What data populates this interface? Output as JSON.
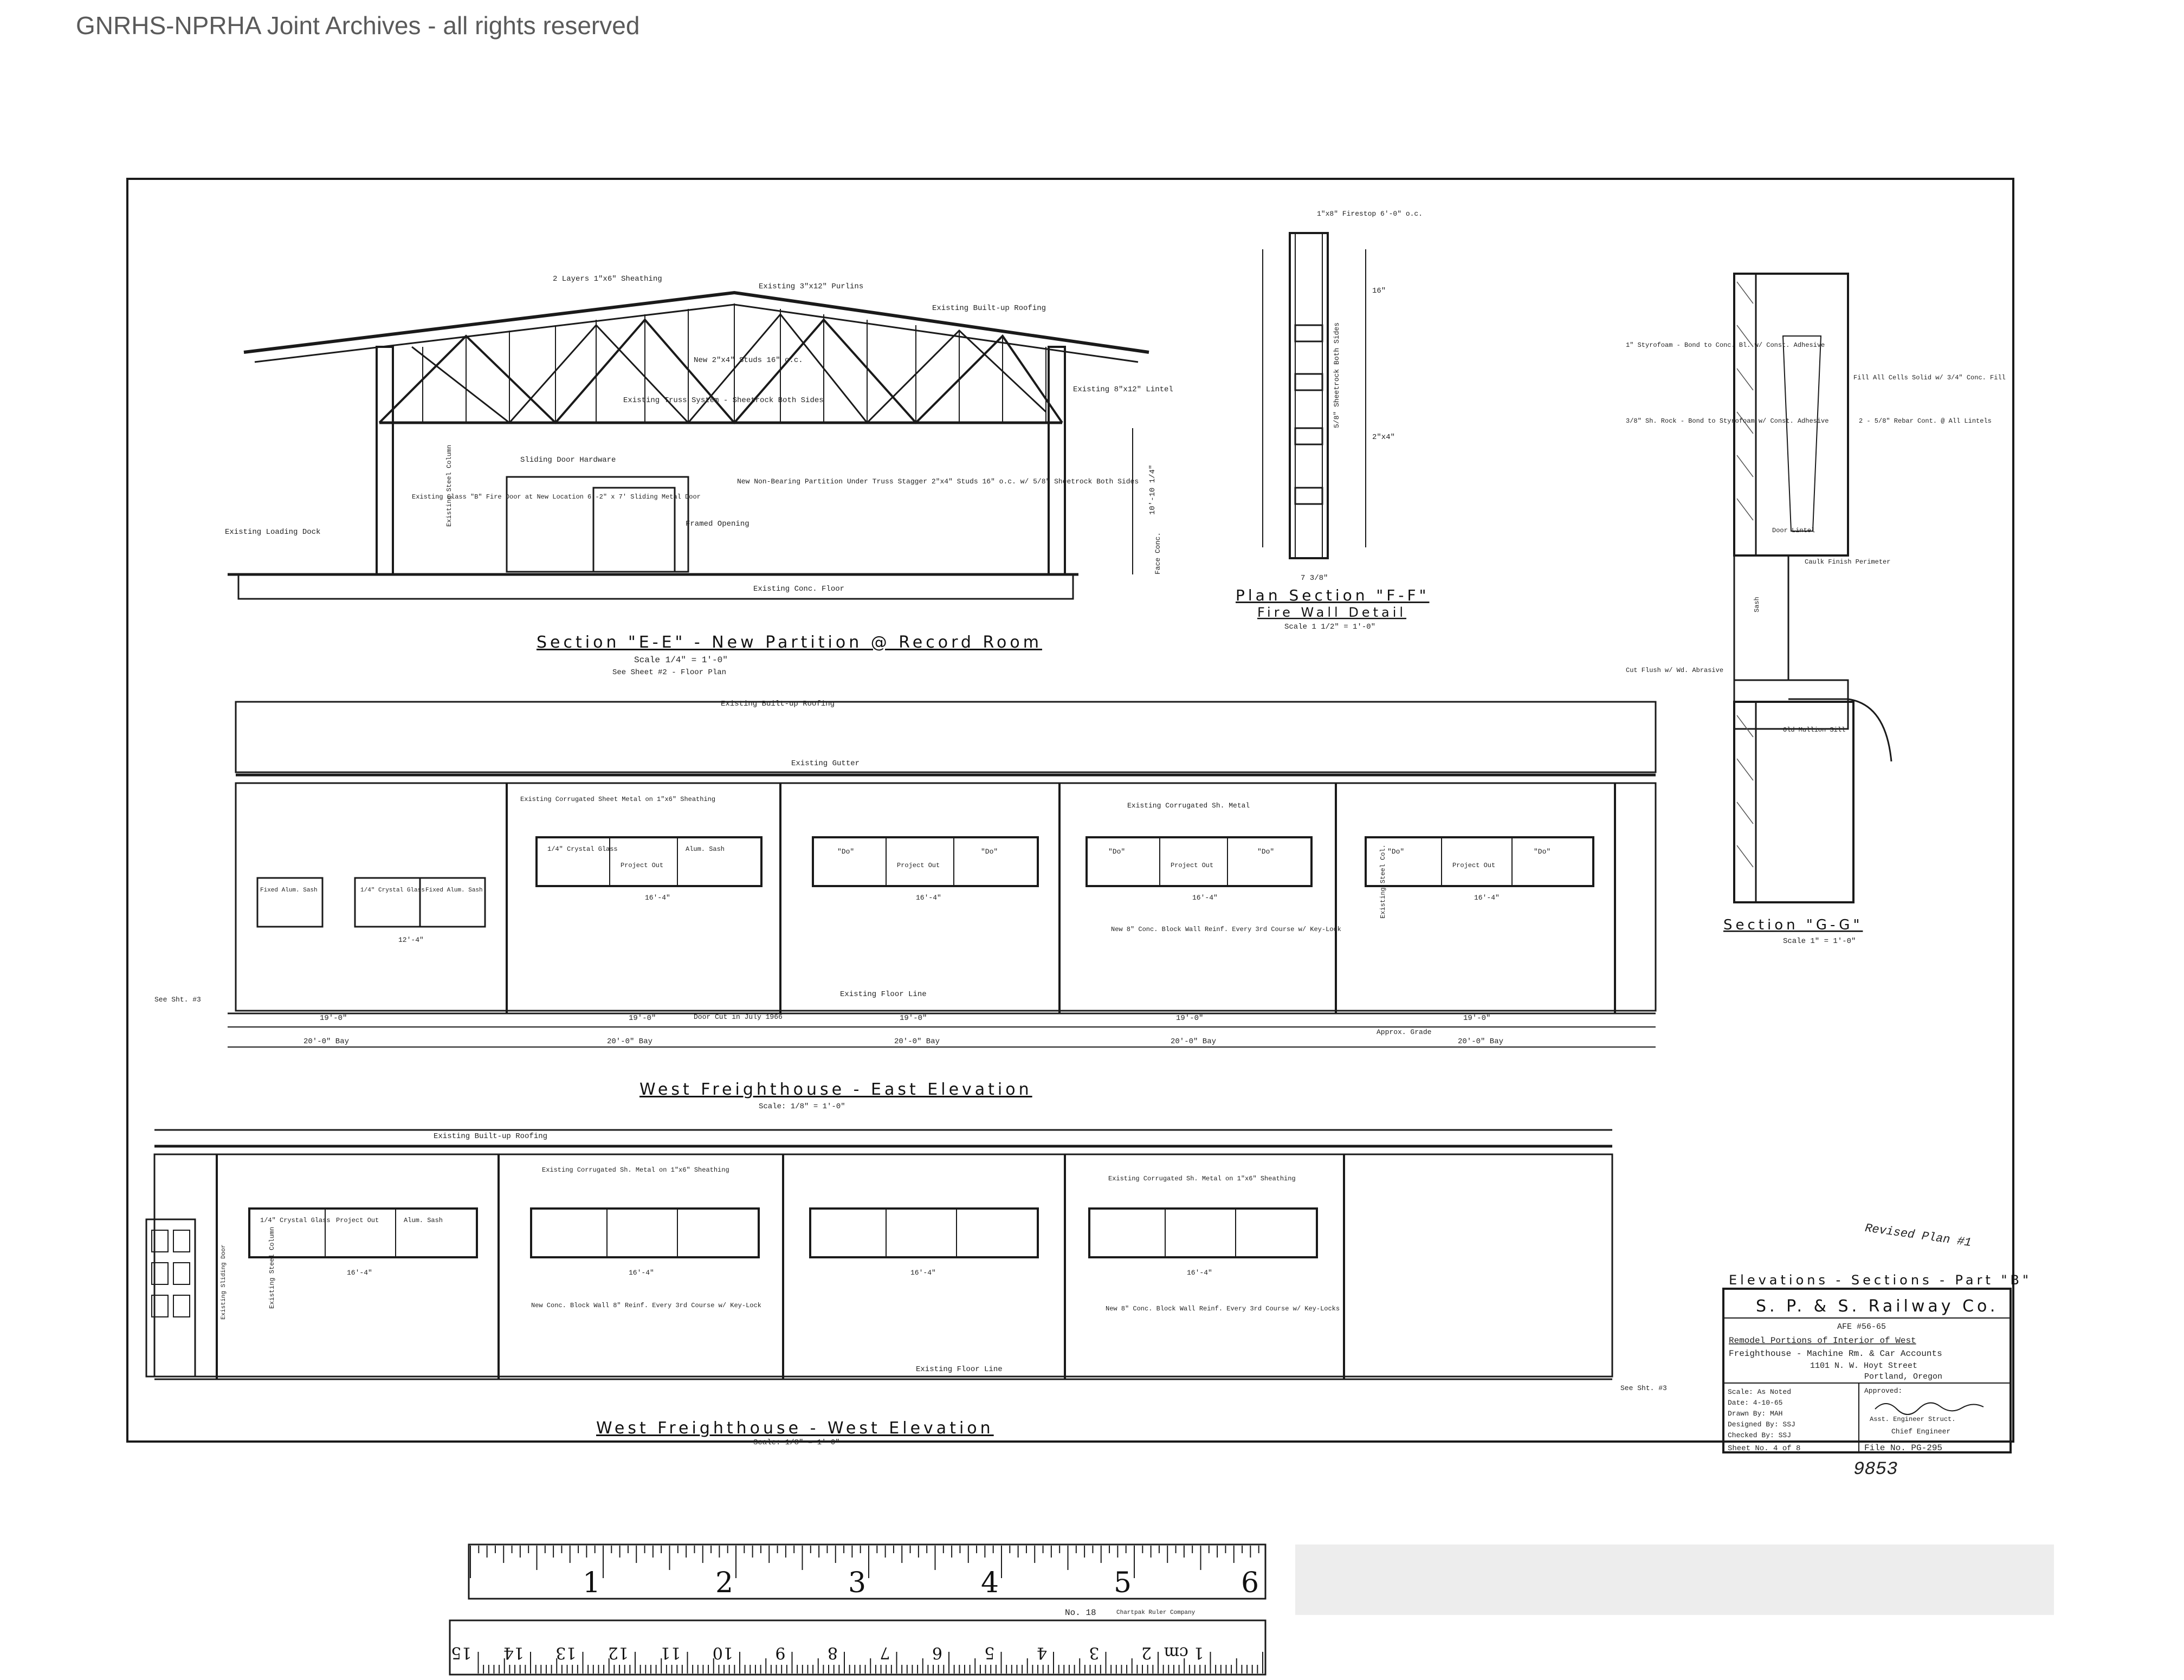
{
  "watermark": "GNRHS-NPRHA Joint Archives - all rights reserved",
  "section_e": {
    "title": "Section \"E-E\" - New Partition @ Record Room",
    "scale": "Scale 1/4\" = 1'-0\"",
    "see": "See Sheet #2 - Floor Plan",
    "notes": [
      "2 Layers 1\"x6\" Sheathing",
      "Existing 3\"x12\" Purlins",
      "Existing Built-up Roofing",
      "New 2\"x4\" Studs 16\" o.c.",
      "Existing Truss System - Sheetrock Both Sides",
      "Existing 8\"x12\" Lintel",
      "Sliding Door Hardware",
      "New Non-Bearing Partition Under Truss Stagger 2\"x4\" Studs 16\" o.c. w/ 5/8\" Sheetrock Both Sides",
      "Existing Class \"B\" Fire Door at New Location 6'-2\" x 7' Sliding Metal Door",
      "Existing Loading Dock",
      "Framed Opening",
      "Existing Conc. Floor",
      "Existing Steel Column",
      "10'-10 1/4\"",
      "Face Conc."
    ]
  },
  "plan_f": {
    "title": "Plan Section \"F-F\"",
    "subtitle": "Fire Wall Detail",
    "scale": "Scale 1 1/2\" = 1'-0\"",
    "notes": [
      "1\"x8\" Firestop 6'-0\" o.c.",
      "5/8\" Sheetrock Both Sides",
      "16\"",
      "2\"x4\"",
      "7 3/8\""
    ]
  },
  "section_g": {
    "title": "Section \"G-G\"",
    "scale": "Scale 1\" = 1'-0\"",
    "notes": [
      "1\" Styrofoam - Bond to Conc. Bl. w/ Const. Adhesive",
      "Fill All Cells Solid w/ 3/4\" Conc. Fill",
      "3/8\" Sh. Rock - Bond to Styrofoam w/ Const. Adhesive",
      "2 - 5/8\" Rebar Cont. @ All Lintels",
      "Door Lintel",
      "Caulk Finish Perimeter",
      "Cut Flush w/ Wd. Abrasive",
      "Sash",
      "Old Mullion Sill"
    ]
  },
  "east_elev": {
    "title": "West Freighthouse - East Elevation",
    "scale": "Scale: 1/8\" = 1'-0\"",
    "see_sheet": "See Sht. #3",
    "notes": [
      "Existing Built-up Roofing",
      "Existing Gutter",
      "Existing Corrugated Sheet Metal on 1\"x6\" Sheathing",
      "Existing Corrugated Sh. Metal",
      "New 8\" Conc. Block Wall Reinf. Every 3rd Course w/ Key-Lock",
      "Existing Floor Line",
      "Door Cut in July 1966",
      "Approx. Grade",
      "Existing Steel Col."
    ],
    "window_labels": [
      "1/4\" Crystal Glass",
      "Project Out",
      "Alum. Sash",
      "\"Do\"",
      "Project Out",
      "\"Do\"",
      "\"Do\"",
      "Project Out",
      "\"Do\"",
      "\"Do\"",
      "Project Out",
      "\"Do\"",
      "Fixed Alum. Sash",
      "1/4\" Crystal Glass",
      "Fixed Alum. Sash"
    ],
    "spans": [
      "19'-0\"",
      "19'-0\"",
      "19'-0\"",
      "19'-0\"",
      "19'-0\""
    ],
    "bays": [
      "20'-0\" Bay",
      "20'-0\" Bay",
      "20'-0\" Bay",
      "20'-0\" Bay",
      "20'-0\" Bay"
    ],
    "window_dims": [
      "16'-4\"",
      "16'-4\"",
      "16'-4\"",
      "16'-4\"",
      "12'-4\""
    ]
  },
  "west_elev": {
    "title": "West Freighthouse - West Elevation",
    "scale": "Scale: 1/8\" = 1'-0\"",
    "see_sheet": "See Sht. #3",
    "notes": [
      "Existing Built-up Roofing",
      "Existing Corrugated Sh. Metal on 1\"x6\" Sheathing",
      "Existing Corrugated Sh. Metal on 1\"x6\" Sheathing",
      "New Conc. Block Wall 8\" Reinf. Every 3rd Course w/ Key-Lock",
      "New 8\" Conc. Block Wall Reinf. Every 3rd Course w/ Key-Locks",
      "Existing Floor Line",
      "Existing Steel Column",
      "Existing Sliding Door"
    ],
    "window_labels": [
      "1/4\" Crystal Glass",
      "Project Out",
      "Alum. Sash"
    ],
    "window_dims": [
      "16'-4\"",
      "16'-4\"",
      "16'-4\"",
      "16'-4\""
    ]
  },
  "title_block": {
    "revised": "Revised Plan #1",
    "heading": "Elevations - Sections - Part \"B\"",
    "company": "S. P. & S. Railway Co.",
    "afe": "AFE #56-65",
    "desc1": "Remodel Portions of Interior of West",
    "desc2": "Freighthouse - Machine Rm. & Car Accounts",
    "address": "1101 N. W. Hoyt Street",
    "city": "Portland, Oregon",
    "scale": "Scale: As Noted",
    "date": "Date: 4-10-65",
    "drawn": "Drawn By: MAH",
    "designed": "Designed By: SSJ",
    "checked": "Checked By: SSJ",
    "sheet": "Sheet No. 4 of 8",
    "approved": "Approved:",
    "engineer": "Asst. Engineer Struct.",
    "chief": "Chief Engineer",
    "file": "File No. PG-295",
    "number": "9853"
  },
  "ruler": {
    "inches": [
      "1",
      "2",
      "3",
      "4",
      "5",
      "6"
    ],
    "cm": [
      "1 cm",
      "2",
      "3",
      "4",
      "5",
      "6",
      "7",
      "8",
      "9",
      "10",
      "11",
      "12",
      "13",
      "14",
      "15"
    ],
    "maker": "No. 18",
    "brand": "Chartpak Ruler Company"
  }
}
